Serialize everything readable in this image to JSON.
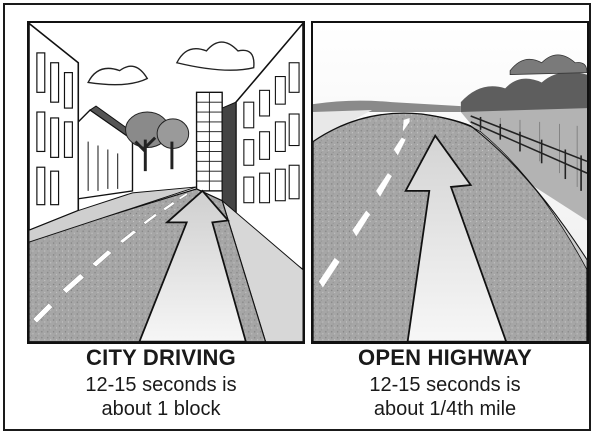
{
  "panels": [
    {
      "title": "CITY DRIVING",
      "line1": "12-15 seconds is",
      "line2": "about 1 block"
    },
    {
      "title": "OPEN HIGHWAY",
      "line1": "12-15 seconds is",
      "line2": "about 1/4th mile"
    }
  ],
  "colors": {
    "frame": "#1a1a1a",
    "road": "#a9a9a9",
    "lane_marking": "#ffffff",
    "arrow": "#f4f4f4",
    "text": "#1a1a1a"
  }
}
